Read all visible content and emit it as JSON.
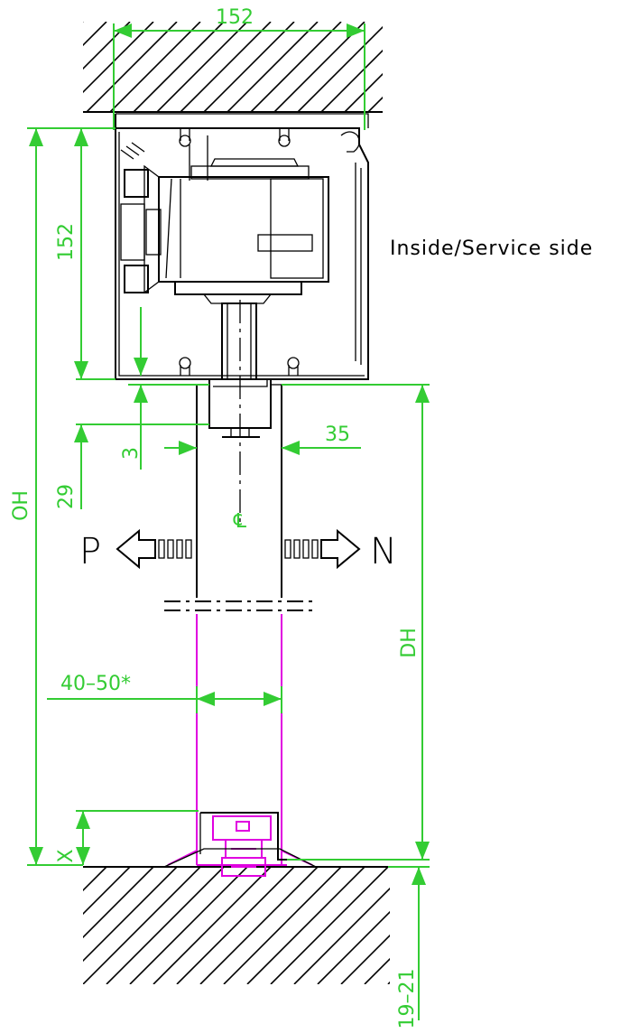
{
  "dimensions": {
    "top_width": "152",
    "box_height": "152",
    "gap_3": "3",
    "gap_29": "29",
    "bracket_35": "35",
    "overall_height": "OH",
    "door_height": "DH",
    "leaf_thickness": "40–50*",
    "floor_gap": "X",
    "floor_depth": "19–21"
  },
  "labels": {
    "service_side": "Inside/Service  side",
    "direction_p": "P",
    "direction_n": "N",
    "centerline": "℄"
  },
  "colors": {
    "dimension": "#33cc33",
    "outline": "#000000",
    "door_leaf": "#e000e0"
  }
}
